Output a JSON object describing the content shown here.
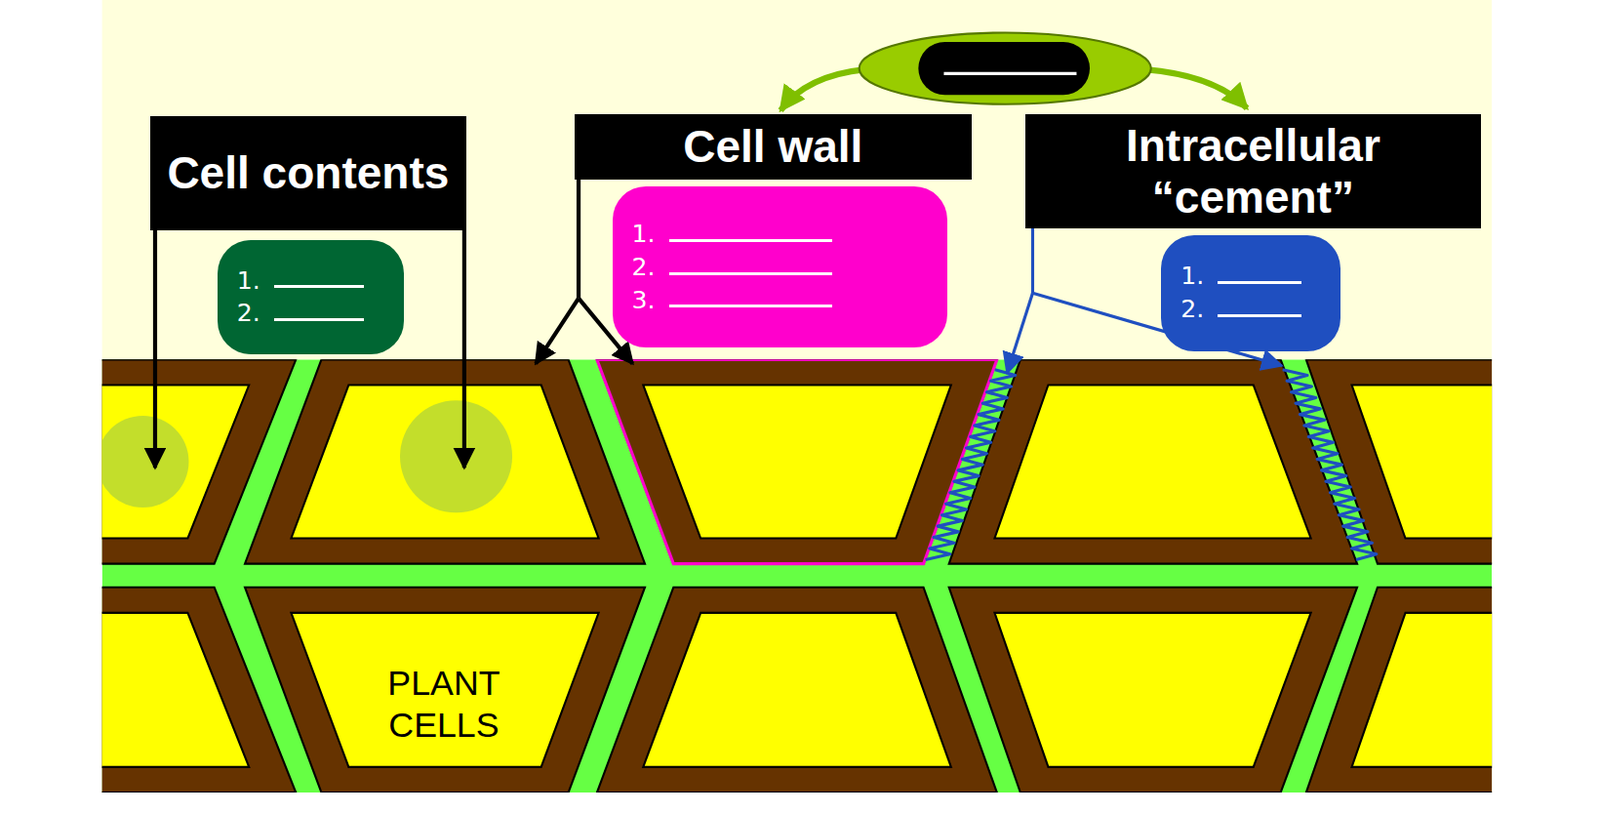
{
  "diagram": {
    "nodes": [
      {
        "text": [
          "Cell contents"
        ]
      },
      {
        "text": [
          "Cell wall"
        ]
      },
      {
        "text": [
          "Intracellular “cement”"
        ]
      },
      {
        "text": [
          "1.",
          "2."
        ]
      },
      {
        "text": [
          "1.",
          "2.",
          "3."
        ]
      },
      {
        "text": [
          "1.",
          "2."
        ]
      },
      {
        "text": [
          "PLANT CELLS"
        ]
      }
    ]
  }
}
